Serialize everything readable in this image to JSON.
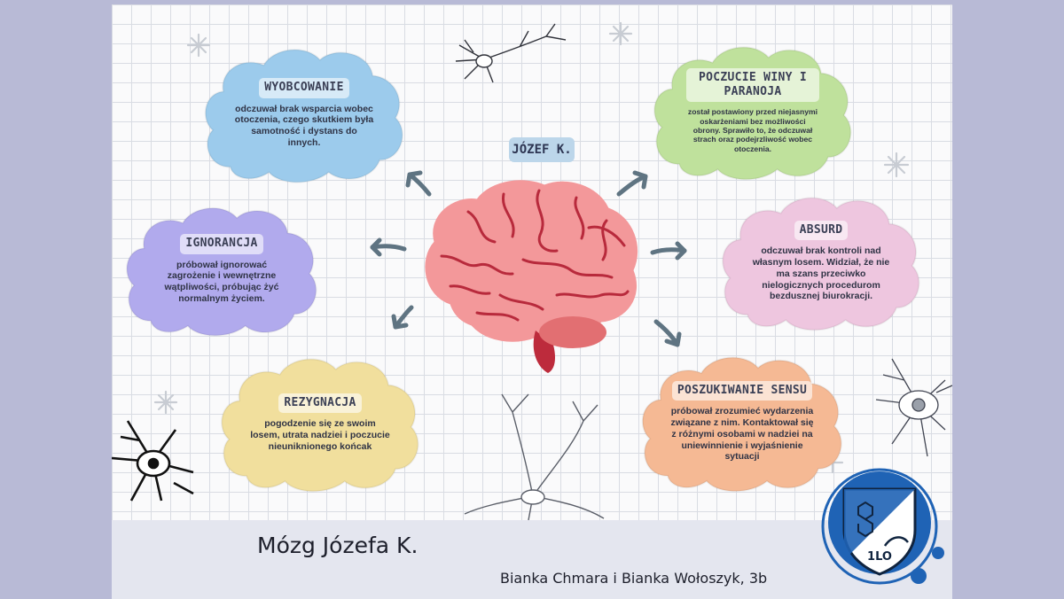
{
  "center": {
    "title": "JÓZEF K."
  },
  "nodes": {
    "wyobcowanie": {
      "label": "WYOBCOWANIE",
      "text": "odczuwał brak wsparcia wobec otoczenia, czego skutkiem była samotność i dystans do innych.",
      "color": "#9ccbec"
    },
    "ignorancja": {
      "label": "IGNORANCJA",
      "text": "próbował ignorować zagrożenie i wewnętrzne wątpliwości, próbując żyć normalnym życiem.",
      "color": "#b1aaed"
    },
    "rezygnacja": {
      "label": "REZYGNACJA",
      "text": "pogodzenie się ze swoim losem, utrata nadziei i poczucie nieuniknionego końcak",
      "color": "#f1df9d"
    },
    "poczucie": {
      "label": "POCZUCIE WINY I PARANOJA",
      "text": "został postawiony przed niejasnymi oskarżeniami bez możliwości obrony. Sprawiło to, że odczuwał strach oraz podejrzliwość wobec otoczenia.",
      "color": "#bfe19c"
    },
    "absurd": {
      "label": "ABSURD",
      "text": "odczuwał brak kontroli nad własnym losem. Widział, że nie ma szans przeciwko nielogicznych procedurom bezdusznej biurokracji.",
      "color": "#eec6df"
    },
    "sens": {
      "label": "POSZUKIWANIE SENSU",
      "text": "próbował zrozumieć wydarzenia związane z nim. Kontaktował się z różnymi osobami w nadziei na uniewinnienie i wyjaśnienie sytuacji",
      "color": "#f5b994"
    }
  },
  "footer": {
    "title": "Mózg Józefa K.",
    "authors": "Bianka Chmara i Bianka Wołoszyk, 3b"
  },
  "logo": {
    "text": "1LO",
    "color": "#1f63b5"
  },
  "colors": {
    "brain": "#f3989a",
    "brain_lines": "#b82a3c",
    "arrows": "#5f7482",
    "background": "#b8bad6"
  }
}
